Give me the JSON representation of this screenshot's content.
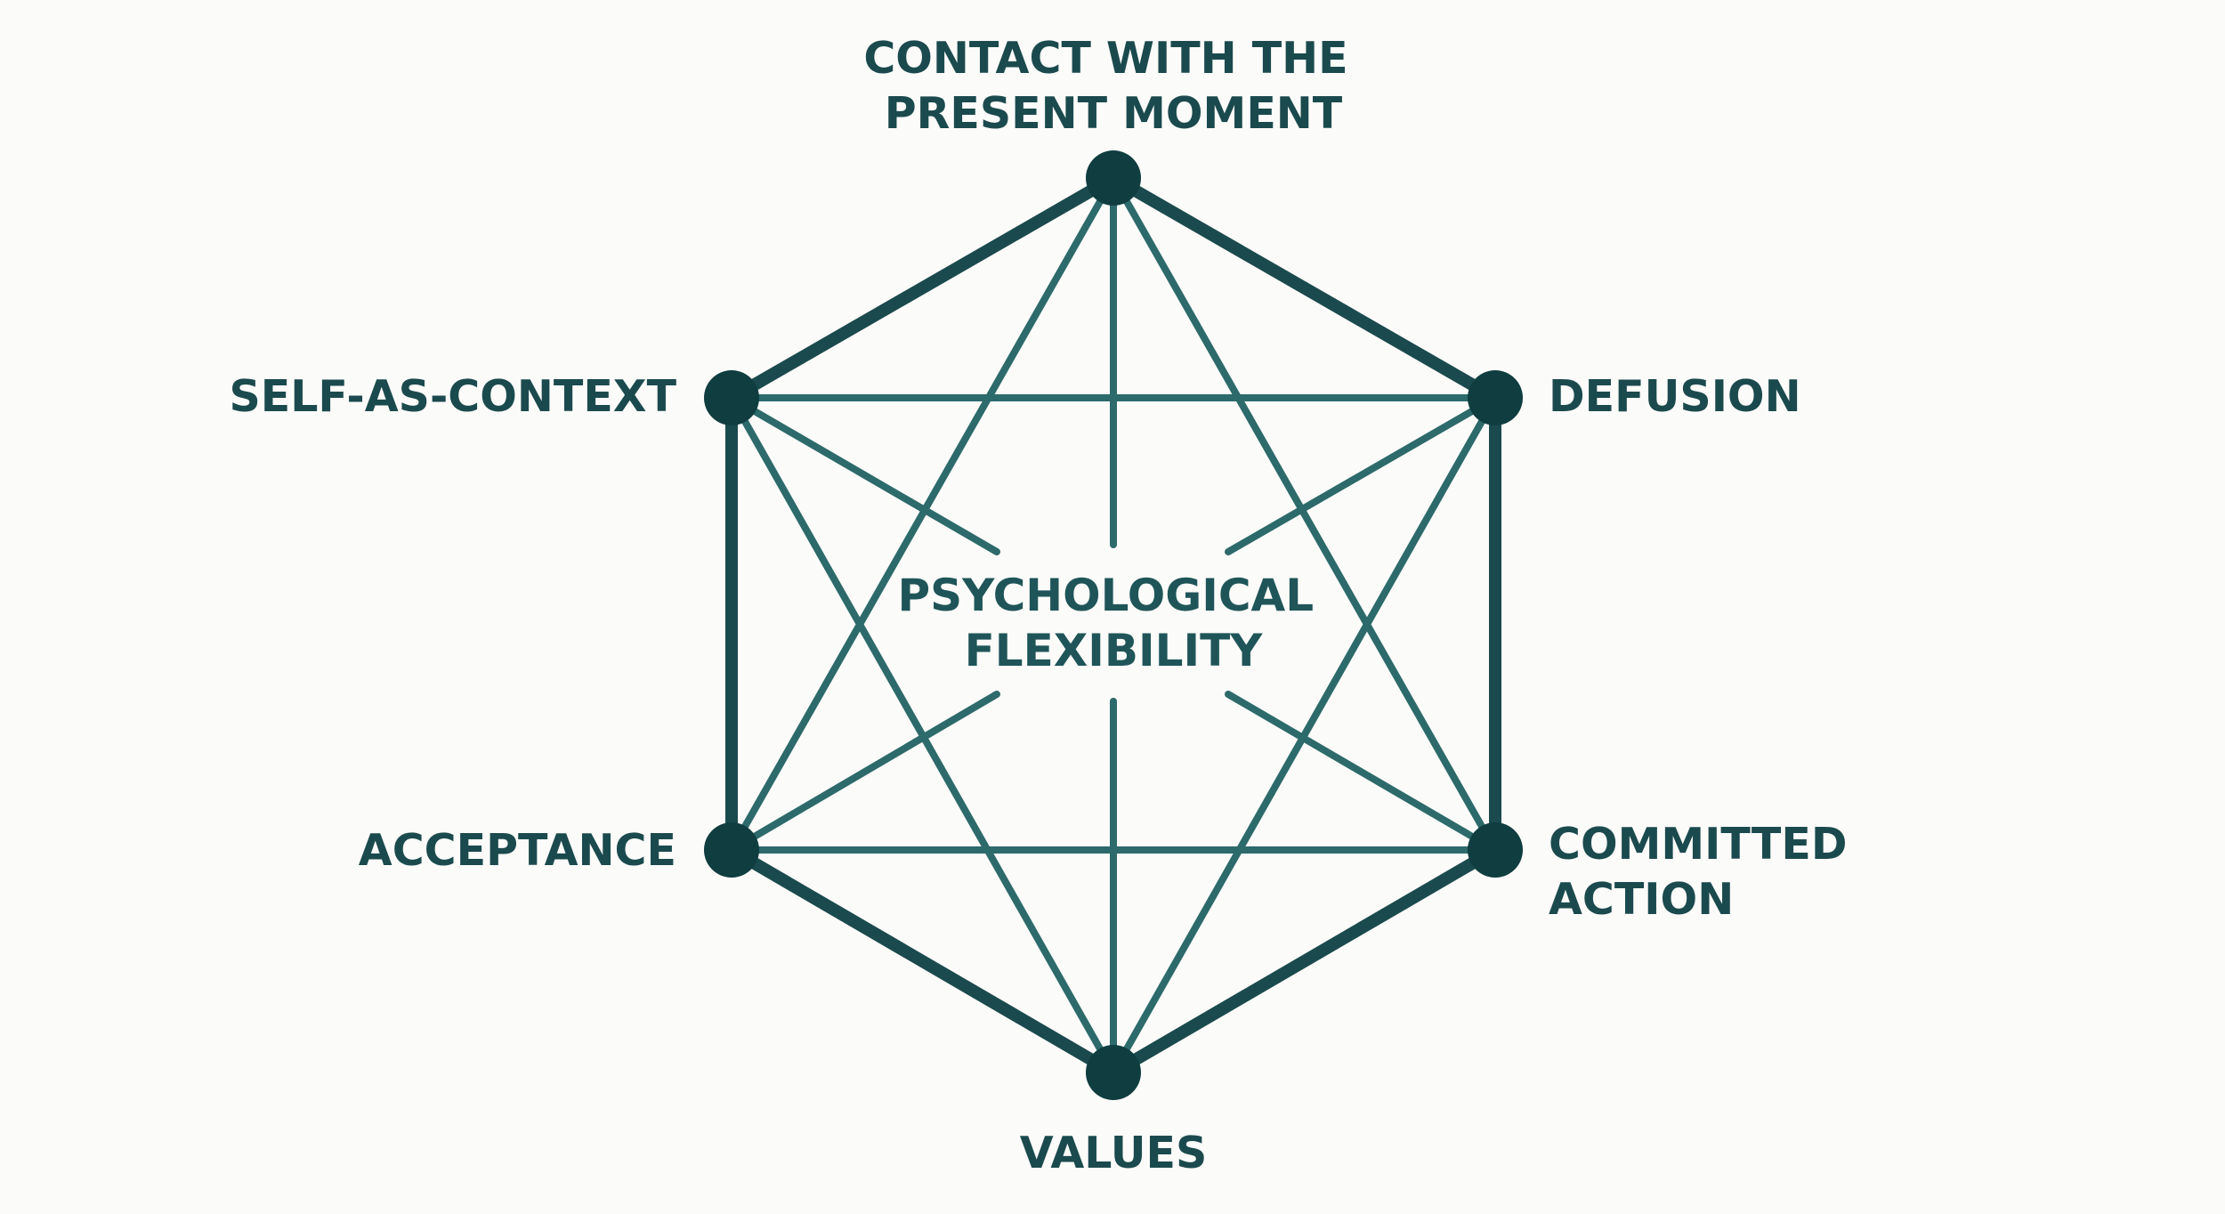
{
  "diagram": {
    "center_label": [
      "PSYCHOLOGICAL",
      "FLEXIBILITY"
    ],
    "nodes": [
      {
        "id": "present",
        "label": [
          "CONTACT WITH THE",
          "PRESENT MOMENT"
        ]
      },
      {
        "id": "defusion",
        "label": [
          "DEFUSION"
        ]
      },
      {
        "id": "committed",
        "label": [
          "COMMITTED",
          "ACTION"
        ]
      },
      {
        "id": "values",
        "label": [
          "VALUES"
        ]
      },
      {
        "id": "acceptance",
        "label": [
          "ACCEPTANCE"
        ]
      },
      {
        "id": "self",
        "label": [
          "SELF-AS-CONTEXT"
        ]
      }
    ],
    "colors": {
      "outline": "#1b4a4e",
      "inner_line": "#2d6a6b",
      "node": "#0f3d40",
      "text": "#1b4a4e",
      "background": "#fbfbf9"
    }
  }
}
